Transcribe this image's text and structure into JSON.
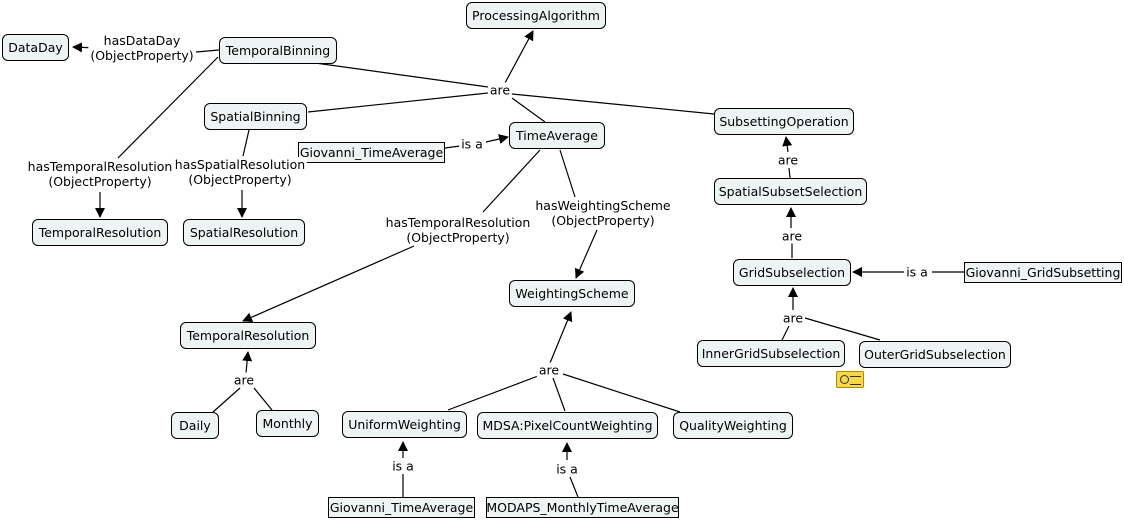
{
  "nodes": {
    "processing_algorithm": "ProcessingAlgorithm",
    "data_day": "DataDay",
    "temporal_binning": "TemporalBinning",
    "spatial_binning": "SpatialBinning",
    "time_average": "TimeAverage",
    "subsetting_operation": "SubsettingOperation",
    "giovanni_time_average_top": "Giovanni_TimeAverage",
    "temporal_resolution_left": "TemporalResolution",
    "spatial_resolution": "SpatialResolution",
    "spatial_subset_selection": "SpatialSubsetSelection",
    "grid_subselection": "GridSubselection",
    "giovanni_grid_subsetting": "Giovanni_GridSubsetting",
    "weighting_scheme": "WeightingScheme",
    "temporal_resolution_mid": "TemporalResolution",
    "inner_grid_subselection": "InnerGridSubselection",
    "outer_grid_subselection": "OuterGridSubselection",
    "daily": "Daily",
    "monthly": "Monthly",
    "uniform_weighting": "UniformWeighting",
    "mdsa_pixel_count_weighting": "MDSA:PixelCountWeighting",
    "quality_weighting": "QualityWeighting",
    "giovanni_time_average_bottom": "Giovanni_TimeAverage",
    "modaps_monthly_time_average": "MODAPS_MonthlyTimeAverage"
  },
  "links": {
    "has_data_day": [
      "hasDataDay",
      "(ObjectProperty)"
    ],
    "are_top": "are",
    "is_a_time_average": "is a",
    "has_temporal_resolution_left": [
      "hasTemporalResolution",
      "(ObjectProperty)"
    ],
    "has_spatial_resolution": [
      "hasSpatialResolution",
      "(ObjectProperty)"
    ],
    "has_temporal_resolution_mid": [
      "hasTemporalResolution",
      "(ObjectProperty)"
    ],
    "has_weighting_scheme": [
      "hasWeightingScheme",
      "(ObjectProperty)"
    ],
    "are_subsetting": "are",
    "are_spatial_subset": "are",
    "is_a_grid_subsetting": "is a",
    "are_grid": "are",
    "are_resolution": "are",
    "are_weighting": "are",
    "is_a_uniform": "is a",
    "is_a_pixelcount": "is a"
  }
}
